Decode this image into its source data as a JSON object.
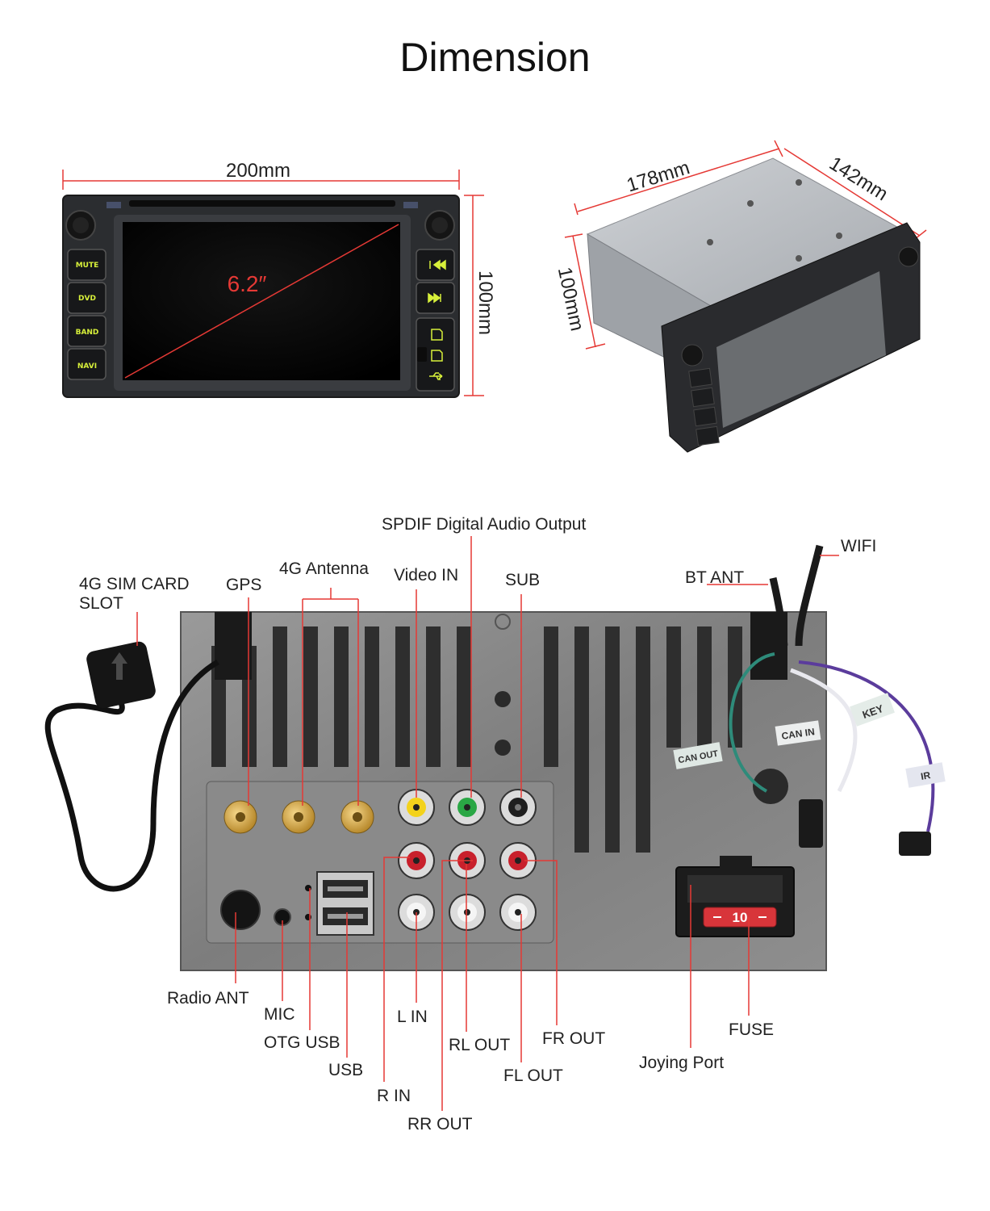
{
  "title": "Dimension",
  "front": {
    "width": "200mm",
    "height": "100mm",
    "diagonal": "6.2″",
    "buttons": [
      "MUTE",
      "DVD",
      "BAND",
      "NAVI"
    ]
  },
  "side": {
    "length": "178mm",
    "depth": "142mm",
    "height": "100mm"
  },
  "rear": {
    "labels": {
      "sim": [
        "4G SIM CARD",
        "SLOT"
      ],
      "gps": "GPS",
      "antenna4g": "4G Antenna",
      "spdif": "SPDIF Digital Audio Output",
      "video_in": "Video IN",
      "sub": "SUB",
      "bt_ant": "BT ANT",
      "wifi": "WIFI",
      "radio_ant": "Radio ANT",
      "mic": "MIC",
      "otg_usb": "OTG USB",
      "usb": "USB",
      "l_in": "L IN",
      "r_in": "R IN",
      "rl_out": "RL OUT",
      "rr_out": "RR OUT",
      "fr_out": "FR OUT",
      "fl_out": "FL OUT",
      "joying_port": "Joying Port",
      "fuse": "FUSE"
    },
    "fuse_value": "10",
    "tags": [
      "KEY",
      "CAN IN",
      "CAN OUT",
      "IR"
    ]
  },
  "colors": {
    "accent_line": "#e53935",
    "body": "#8b8b8b",
    "screen": "#000000"
  }
}
